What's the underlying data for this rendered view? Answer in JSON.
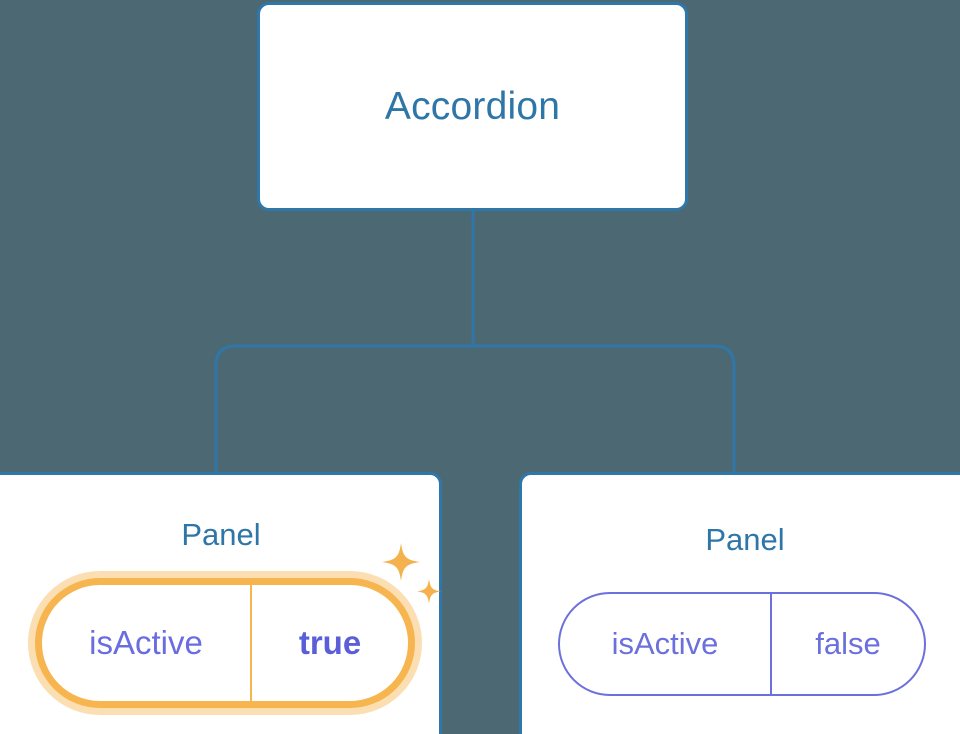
{
  "theme": {
    "background": "#4c6872",
    "card_background": "#ffffff",
    "card_border": "#2f77a9",
    "title_color": "#2e76a8",
    "connector_color": "#2f77a9",
    "prop_color": "#6c70dd",
    "highlight_border": "#f7b54f",
    "highlight_glow": "#fbdfb2",
    "sparkle_color": "#f5b14d"
  },
  "tree": {
    "root": {
      "title": "Accordion"
    },
    "children": [
      {
        "title": "Panel",
        "highlighted": true,
        "prop": {
          "key": "isActive",
          "value": "true"
        },
        "sparkle_large": "sparkle-icon",
        "sparkle_small": "sparkle-icon"
      },
      {
        "title": "Panel",
        "highlighted": false,
        "prop": {
          "key": "isActive",
          "value": "false"
        }
      }
    ]
  }
}
